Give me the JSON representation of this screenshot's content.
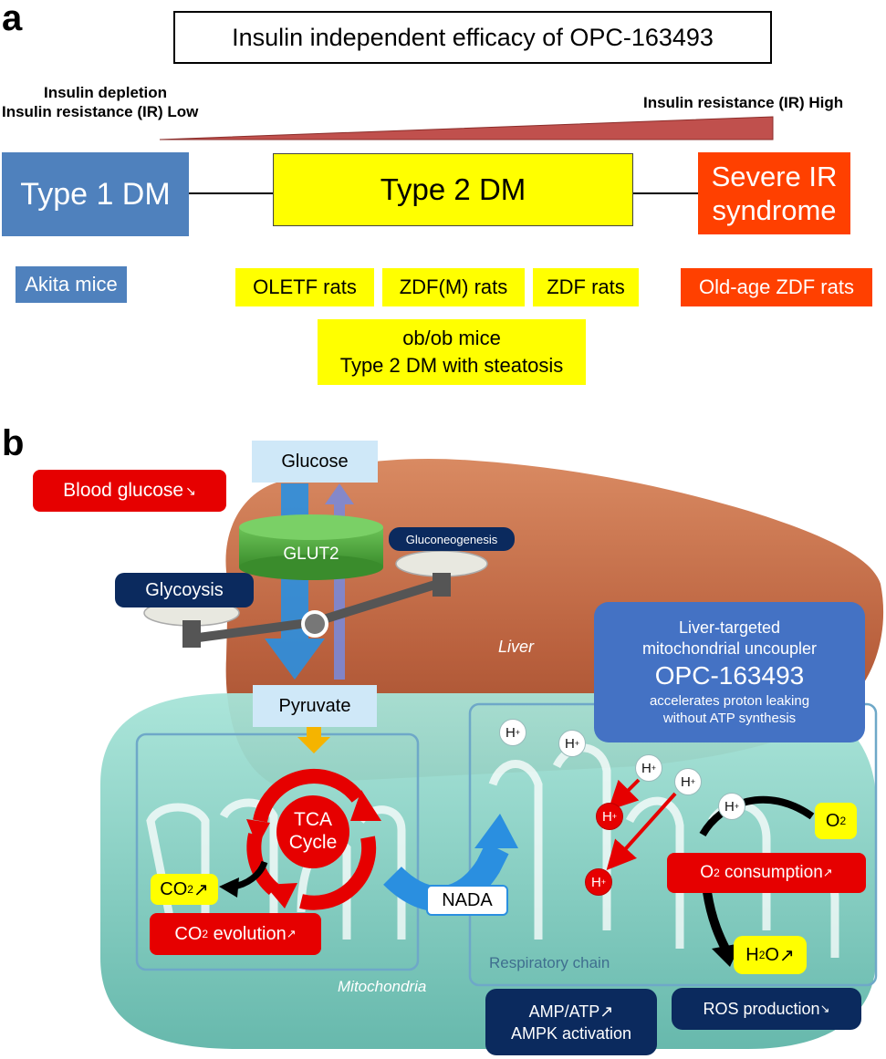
{
  "panel_a": {
    "letter": "a",
    "title": "Insulin independent efficacy of OPC-163493",
    "left_note_line1": "Insulin depletion",
    "left_note_line2": "Insulin resistance (IR) Low",
    "right_note": "Insulin resistance (IR) High",
    "type1": "Type 1 DM",
    "type2": "Type 2 DM",
    "severe_line1": "Severe IR",
    "severe_line2": "syndrome",
    "models": {
      "akita": "Akita mice",
      "oletf": "OLETF rats",
      "zdfm": "ZDF(M) rats",
      "zdf": "ZDF rats",
      "oldzdf": "Old-age ZDF rats",
      "obob_line1": "ob/ob mice",
      "obob_line2": "Type 2 DM with steatosis"
    },
    "colors": {
      "type1": "#4f81bd",
      "type2": "#ffff00",
      "severe": "#ff4000",
      "wedge": "#c0504d"
    }
  },
  "panel_b": {
    "letter": "b",
    "blood_glucose": "Blood glucose",
    "blood_glucose_arrow": "↘",
    "glucose": "Glucose",
    "glut2": "GLUT2",
    "gluconeogenesis": "Gluconeogenesis",
    "glycolysis": "Glycoysis",
    "liver": "Liver",
    "pyruvate": "Pyruvate",
    "tca_line1": "TCA",
    "tca_line2": "Cycle",
    "co2_badge": "CO",
    "co2_badge_sub": "2",
    "co2_badge_arrow": "↗",
    "co2_evolution_pre": "CO",
    "co2_evolution_sub": "2",
    "co2_evolution_post": " evolution",
    "co2_evolution_arrow": "↗",
    "nada": "NADA",
    "mitochondria": "Mitochondria",
    "respiratory_chain": "Respiratory chain",
    "uncoupler_line1": "Liver-targeted",
    "uncoupler_line2": "mitochondrial uncoupler",
    "uncoupler_name": "OPC-163493",
    "uncoupler_line3": "accelerates proton leaking",
    "uncoupler_line4": "without ATP synthesis",
    "h_symbol": "H",
    "h_charge": "+",
    "o2": "O",
    "o2_sub": "2",
    "o2_consumption_pre": "O",
    "o2_consumption_sub": "2",
    "o2_consumption_post": " consumption",
    "o2_consumption_arrow": "↗",
    "h2o_pre": "H",
    "h2o_sub": "2",
    "h2o_post": "O",
    "h2o_arrow": "↗",
    "amp_line1": "AMP/ATP",
    "amp_arrow": "↗",
    "amp_line2": "AMPK activation",
    "ros": "ROS production",
    "ros_arrow": "↘",
    "colors": {
      "red": "#e60000",
      "navy": "#0b2a5e",
      "uncoupler": "#4472c4",
      "liver": "#c8744e",
      "mito": "#8fd3c8",
      "yellow": "#ffff00",
      "glut2": "#4aa83a"
    }
  }
}
